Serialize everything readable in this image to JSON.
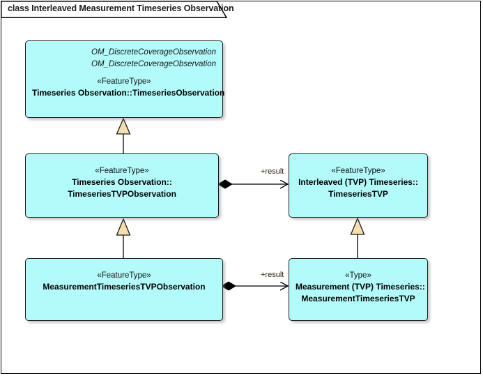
{
  "diagram": {
    "title": "class Interleaved Measurement Timeseries Observation",
    "type": "uml-class-diagram",
    "colors": {
      "box_fill": "#b3fbfb",
      "box_border": "#1a1a1a",
      "generalization_arrow_fill": "#f5dfb0",
      "connector_line": "#000000",
      "label_text": "#2a2008",
      "page_background": "#ffffff"
    },
    "classes": [
      {
        "id": "timeseries-observation",
        "namespace_lines": [
          "OM_DiscreteCoverageObservation",
          "OM_DiscreteCoverageObservation"
        ],
        "stereotype": "«FeatureType»",
        "name_lines": [
          "Timeseries Observation::TimeseriesObservation"
        ]
      },
      {
        "id": "timeseries-tvp-observation",
        "namespace_lines": [],
        "stereotype": "«FeatureType»",
        "name_lines": [
          "Timeseries Observation::",
          "TimeseriesTVPObservation"
        ]
      },
      {
        "id": "timeseries-tvp",
        "namespace_lines": [],
        "stereotype": "«FeatureType»",
        "name_lines": [
          "Interleaved (TVP) Timeseries::",
          "TimeseriesTVP"
        ]
      },
      {
        "id": "measurement-timeseries-tvp-observation",
        "namespace_lines": [],
        "stereotype": "«FeatureType»",
        "name_lines": [
          "MeasurementTimeseriesTVPObservation"
        ]
      },
      {
        "id": "measurement-timeseries-tvp",
        "namespace_lines": [],
        "stereotype": "«Type»",
        "name_lines": [
          "Measurement (TVP) Timeseries::",
          "MeasurementTimeseriesTVP"
        ]
      }
    ],
    "connectors": [
      {
        "id": "gen-tvpobs-to-tsobs",
        "kind": "generalization",
        "from": "timeseries-tvp-observation",
        "to": "timeseries-observation",
        "label": ""
      },
      {
        "id": "gen-mtvpobs-to-tvpobs",
        "kind": "generalization",
        "from": "measurement-timeseries-tvp-observation",
        "to": "timeseries-tvp-observation",
        "label": ""
      },
      {
        "id": "gen-mtvp-to-tvp",
        "kind": "generalization",
        "from": "measurement-timeseries-tvp",
        "to": "timeseries-tvp",
        "label": ""
      },
      {
        "id": "comp-tvpobs-result-tvp",
        "kind": "composition",
        "from": "timeseries-tvp-observation",
        "to": "timeseries-tvp",
        "label": "+result"
      },
      {
        "id": "comp-mtvpobs-result-mtvp",
        "kind": "composition",
        "from": "measurement-timeseries-tvp-observation",
        "to": "measurement-timeseries-tvp",
        "label": "+result"
      }
    ]
  }
}
